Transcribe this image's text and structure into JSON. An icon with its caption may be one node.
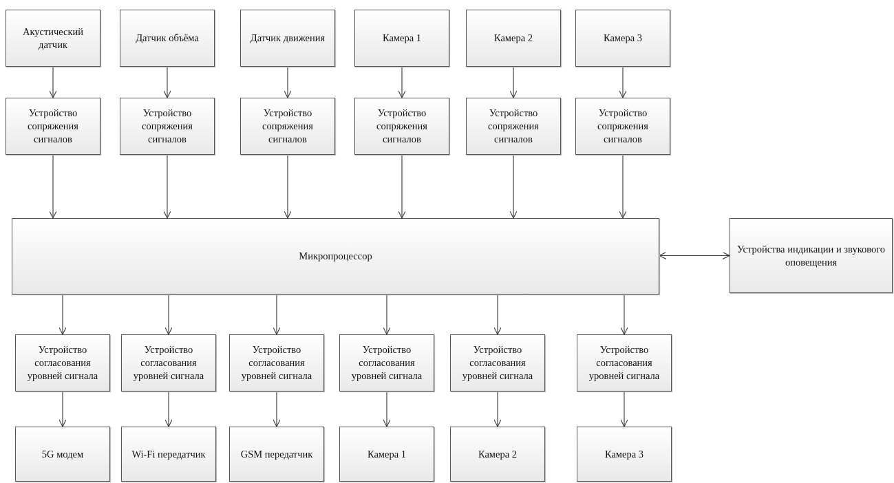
{
  "diagram": {
    "nodes": [
      {
        "text": [
          "Акустический датчик"
        ]
      },
      {
        "text": [
          "Датчик объёма"
        ]
      },
      {
        "text": [
          "Датчик движения"
        ]
      },
      {
        "text": [
          "Камера 1"
        ]
      },
      {
        "text": [
          "Камера 2"
        ]
      },
      {
        "text": [
          "Камера 3"
        ]
      },
      {
        "text": [
          "Устройство сопряжения сигналов"
        ]
      },
      {
        "text": [
          "Устройство сопряжения сигналов"
        ]
      },
      {
        "text": [
          "Устройство сопряжения сигналов"
        ]
      },
      {
        "text": [
          "Устройство сопряжения сигналов"
        ]
      },
      {
        "text": [
          "Устройство сопряжения сигналов"
        ]
      },
      {
        "text": [
          "Устройство сопряжения сигналов"
        ]
      },
      {
        "text": [
          "Микропроцессор"
        ]
      },
      {
        "text": [
          "Устройства индикации и звукового оповещения"
        ]
      },
      {
        "text": [
          "Устройство согласования уровней сигнала"
        ]
      },
      {
        "text": [
          "Устройство согласования уровней сигнала"
        ]
      },
      {
        "text": [
          "Устройство согласования уровней сигнала"
        ]
      },
      {
        "text": [
          "Устройство согласования уровней сигнала"
        ]
      },
      {
        "text": [
          "Устройство согласования уровней сигнала"
        ]
      },
      {
        "text": [
          "Устройство согласования уровней сигнала"
        ]
      },
      {
        "text": [
          "5G модем"
        ]
      },
      {
        "text": [
          "Wi-Fi передатчик"
        ]
      },
      {
        "text": [
          "GSM передатчик"
        ]
      },
      {
        "text": [
          "Камера 1"
        ]
      },
      {
        "text": [
          "Камера 2"
        ]
      },
      {
        "text": [
          "Камера 3"
        ]
      }
    ],
    "edges": [
      {
        "from": 0,
        "to": 6,
        "arrow": "to"
      },
      {
        "from": 1,
        "to": 7,
        "arrow": "to"
      },
      {
        "from": 2,
        "to": 8,
        "arrow": "to"
      },
      {
        "from": 3,
        "to": 9,
        "arrow": "to"
      },
      {
        "from": 4,
        "to": 10,
        "arrow": "to"
      },
      {
        "from": 5,
        "to": 11,
        "arrow": "to"
      },
      {
        "from": 6,
        "to": 12,
        "arrow": "to"
      },
      {
        "from": 7,
        "to": 12,
        "arrow": "to"
      },
      {
        "from": 8,
        "to": 12,
        "arrow": "to"
      },
      {
        "from": 9,
        "to": 12,
        "arrow": "to"
      },
      {
        "from": 10,
        "to": 12,
        "arrow": "to"
      },
      {
        "from": 11,
        "to": 12,
        "arrow": "to"
      },
      {
        "from": 12,
        "to": 13,
        "arrow": "both"
      },
      {
        "from": 12,
        "to": 14,
        "arrow": "to"
      },
      {
        "from": 12,
        "to": 15,
        "arrow": "to"
      },
      {
        "from": 12,
        "to": 16,
        "arrow": "to"
      },
      {
        "from": 12,
        "to": 17,
        "arrow": "to"
      },
      {
        "from": 12,
        "to": 18,
        "arrow": "to"
      },
      {
        "from": 12,
        "to": 19,
        "arrow": "to"
      },
      {
        "from": 14,
        "to": 20,
        "arrow": "to"
      },
      {
        "from": 15,
        "to": 21,
        "arrow": "to"
      },
      {
        "from": 16,
        "to": 22,
        "arrow": "to"
      },
      {
        "from": 17,
        "to": 23,
        "arrow": "to"
      },
      {
        "from": 18,
        "to": 24,
        "arrow": "to"
      },
      {
        "from": 19,
        "to": 25,
        "arrow": "to"
      }
    ]
  }
}
